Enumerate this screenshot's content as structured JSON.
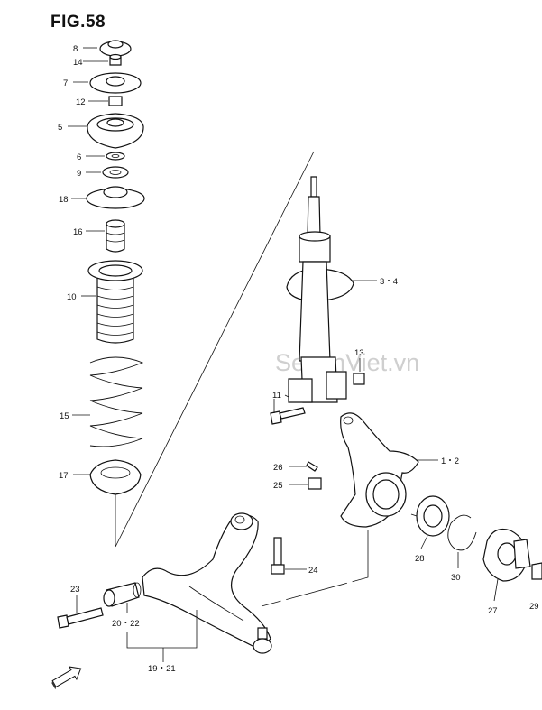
{
  "figure_title": "FIG.58",
  "watermark": "SedanViet.vn",
  "part_labels": {
    "p8": "8",
    "p14": "14",
    "p7": "7",
    "p12": "12",
    "p5": "5",
    "p6": "6",
    "p9": "9",
    "p18": "18",
    "p16": "16",
    "p10": "10",
    "p15": "15",
    "p17": "17",
    "p3_4": "3・4",
    "p13": "13",
    "p11": "11",
    "p1_2": "1・2",
    "p26": "26",
    "p25": "25",
    "p28": "28",
    "p30": "30",
    "p27": "27",
    "p29": "29",
    "p24": "24",
    "p23": "23",
    "p20_22": "20・22",
    "p19_21": "19・21"
  },
  "icons": {
    "front": "fwd-arrow-icon"
  }
}
